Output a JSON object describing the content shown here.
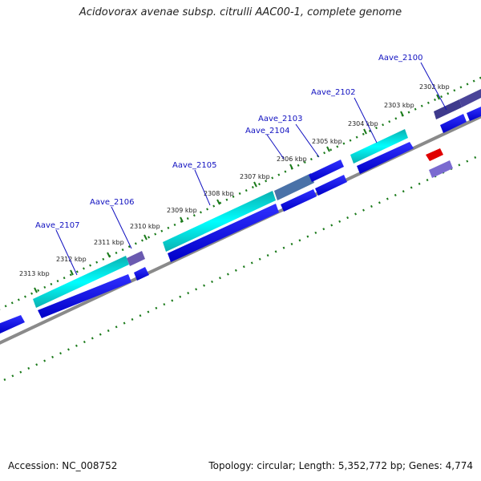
{
  "title": "Acidovorax avenae subsp. citrulli AAC00-1, complete genome",
  "footer": {
    "accession": "Accession: NC_008752",
    "summary": "Topology: circular; Length: 5,352,772 bp; Genes: 4,774"
  },
  "ticks": [
    {
      "label": "2302 kbp"
    },
    {
      "label": "2303 kbp"
    },
    {
      "label": "2304 kbp"
    },
    {
      "label": "2305 kbp"
    },
    {
      "label": "2306 kbp"
    },
    {
      "label": "2307 kbp"
    },
    {
      "label": "2308 kbp"
    },
    {
      "label": "2309 kbp"
    },
    {
      "label": "2310 kbp"
    },
    {
      "label": "2311 kbp"
    },
    {
      "label": "2312 kbp"
    },
    {
      "label": "2313 kbp"
    }
  ],
  "genes": [
    {
      "name": "Aave_2100"
    },
    {
      "name": "Aave_2102"
    },
    {
      "name": "Aave_2103"
    },
    {
      "name": "Aave_2104"
    },
    {
      "name": "Aave_2105"
    },
    {
      "name": "Aave_2106"
    },
    {
      "name": "Aave_2107"
    }
  ],
  "colors": {
    "cds": "#0a0ae0",
    "gene_cyan": "#00d8d8",
    "gene_steel": "#4a72a8",
    "gene_slate": "#3e3a8c",
    "gene_lavender": "#7a6ad0",
    "gene_red": "#e00000",
    "tick": "#1a7a1a",
    "backbone": "#888888",
    "label": "#1010c0"
  }
}
